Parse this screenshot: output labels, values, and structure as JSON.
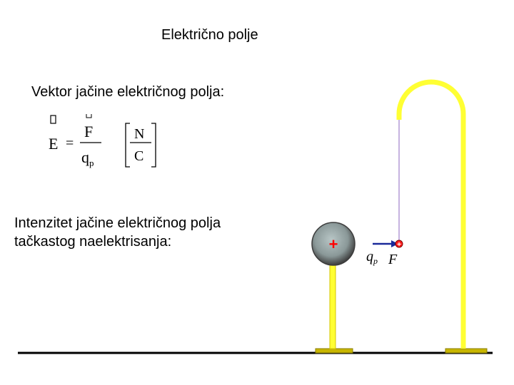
{
  "title": "Električno polje",
  "vector_label": "Vektor jačine električnog polja:",
  "intensity_label": "Intenzitet jačine električnog polja tačkastog naelektrisanja:",
  "formula": {
    "lhs": "E",
    "equals": "=",
    "numerator": "F",
    "denominator_base": "q",
    "denominator_sub": "p",
    "unit_num": "N",
    "unit_den": "C"
  },
  "scene": {
    "sphere_charge": "+",
    "probe_charge_label_base": "q",
    "probe_charge_label_sub": "p",
    "force_label": "F",
    "colors": {
      "stand": "#ffff33",
      "stand_outline": "#d4c400",
      "base": "#c8b600",
      "ground": "#000000",
      "sphere_dark": "#3d3d3d",
      "sphere_light": "#b8c6c6",
      "plus": "#ff0000",
      "arrow": "#1a2a9a",
      "thread": "#b39ad6"
    }
  }
}
